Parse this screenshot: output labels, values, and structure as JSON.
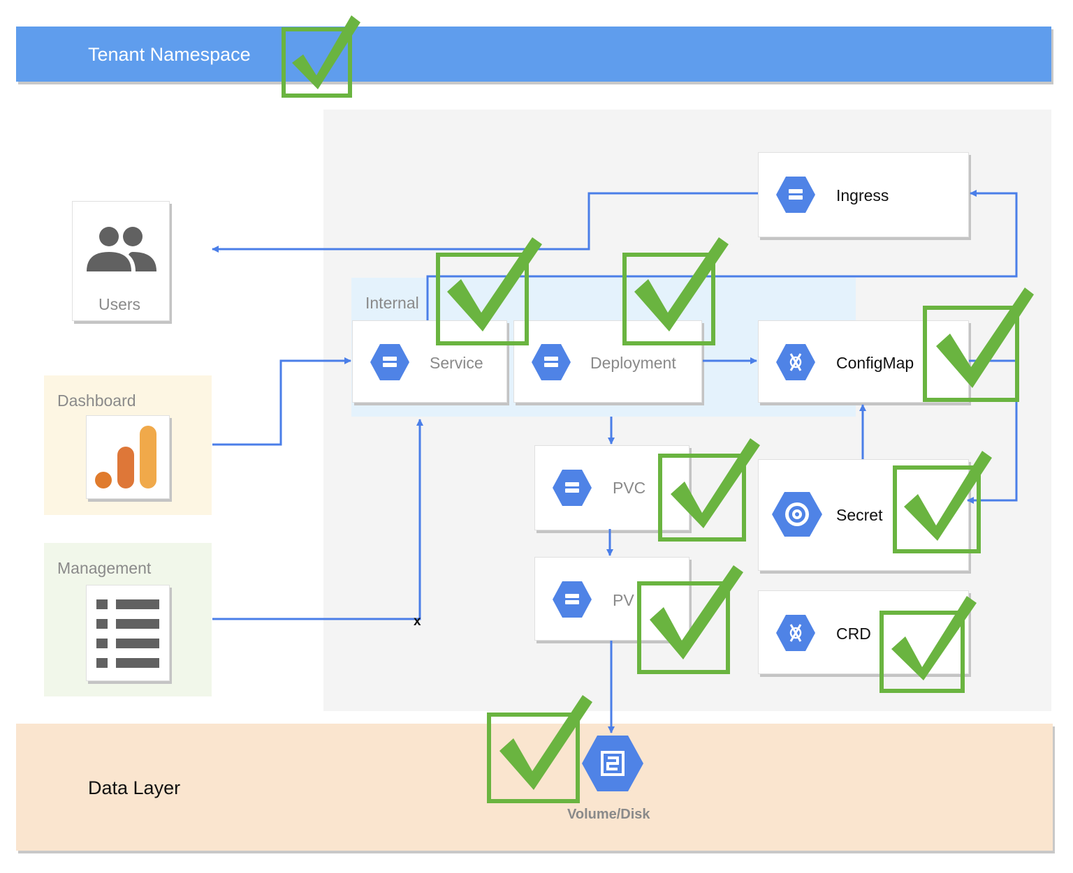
{
  "banners": {
    "tenant_namespace": "Tenant Namespace",
    "data_layer": "Data Layer"
  },
  "groups": {
    "internal": "Internal",
    "dashboard": "Dashboard",
    "management": "Management"
  },
  "nodes": {
    "users": "Users",
    "ingress": "Ingress",
    "service": "Service",
    "deployment": "Deployment",
    "configmap": "ConfigMap",
    "pvc": "PVC",
    "pv": "PV",
    "secret": "Secret",
    "crd": "CRD",
    "volume_disk": "Volume/Disk"
  },
  "marks": {
    "blocked_edge": "x"
  },
  "icons": {
    "users": "users-icon",
    "dashboard": "bar-chart-icon",
    "management": "list-icon",
    "gcp_product": "gcp-hexagon-icon",
    "secret": "key-ring-icon",
    "volume": "volume-disk-icon",
    "check": "checkmark-icon"
  },
  "colors": {
    "banner_blue": "#5f9ded",
    "data_layer_bg": "#fae5cf",
    "namespace_panel": "#f4f4f4",
    "internal_panel": "#e4f2fc",
    "dashboard_bg": "#fdf6e3",
    "management_bg": "#f1f7ea",
    "arrow": "#4a7ee8",
    "hex_blue": "#4f83e6",
    "check_green": "#6ab440"
  }
}
